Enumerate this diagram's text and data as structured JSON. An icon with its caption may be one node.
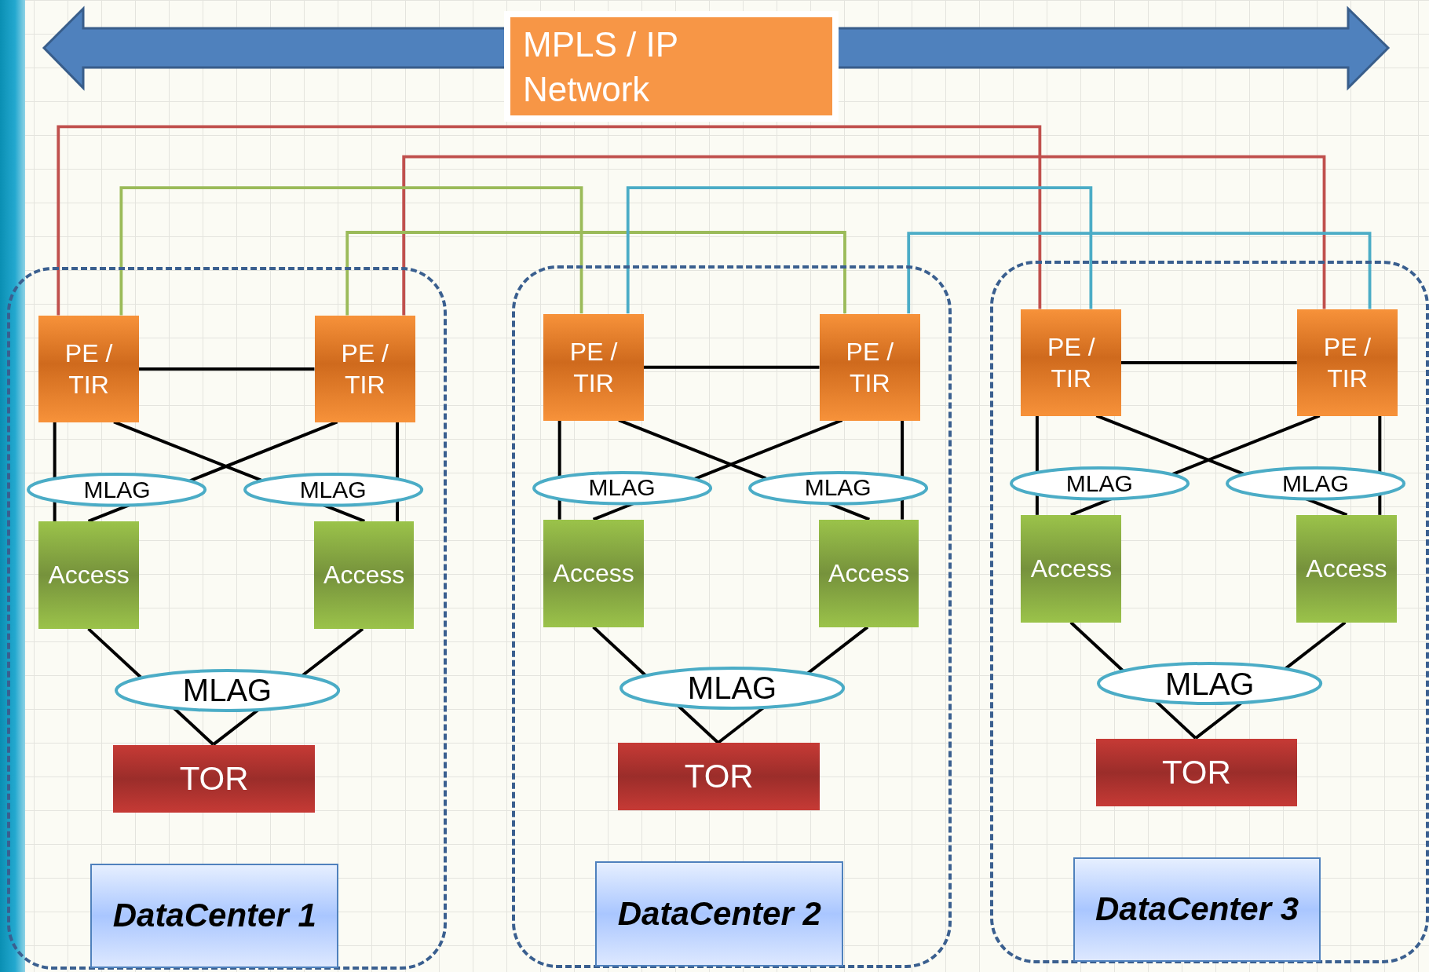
{
  "diagram": {
    "nodes": [
      {
        "text": [
          "MPLS / IP Network"
        ]
      },
      {
        "text": [],
        "shape": "box"
      },
      {
        "text": [
          "PE / TIR"
        ],
        "in": 1
      },
      {
        "text": [
          "PE / TIR"
        ],
        "in": 1
      },
      {
        "text": [
          "MLAG"
        ],
        "in": 1
      },
      {
        "text": [
          "MLAG"
        ],
        "in": 1
      },
      {
        "text": [
          "Access"
        ],
        "in": 1
      },
      {
        "text": [
          "Access"
        ],
        "in": 1
      },
      {
        "text": [
          "MLAG"
        ],
        "in": 1
      },
      {
        "text": [
          "TOR"
        ],
        "in": 1
      },
      {
        "text": [
          "DataCenter 1"
        ],
        "in": 1
      },
      {
        "text": [],
        "shape": "box"
      },
      {
        "text": [
          "PE / TIR"
        ],
        "in": 11
      },
      {
        "text": [
          "PE / TIR"
        ],
        "in": 11
      },
      {
        "text": [
          "MLAG"
        ],
        "in": 11
      },
      {
        "text": [
          "MLAG"
        ],
        "in": 11
      },
      {
        "text": [
          "Access"
        ],
        "in": 11
      },
      {
        "text": [
          "Access"
        ],
        "in": 11
      },
      {
        "text": [
          "MLAG"
        ],
        "in": 11
      },
      {
        "text": [
          "TOR"
        ],
        "in": 11
      },
      {
        "text": [
          "DataCenter 2"
        ],
        "in": 11
      },
      {
        "text": [],
        "shape": "box"
      },
      {
        "text": [
          "PE / TIR"
        ],
        "in": 21
      },
      {
        "text": [
          "PE / TIR"
        ],
        "in": 21
      },
      {
        "text": [
          "MLAG"
        ],
        "in": 21
      },
      {
        "text": [
          "MLAG"
        ],
        "in": 21
      },
      {
        "text": [
          "Access"
        ],
        "in": 21
      },
      {
        "text": [
          "Access"
        ],
        "in": 21
      },
      {
        "text": [
          "MLAG"
        ],
        "in": 21
      },
      {
        "text": [
          "TOR"
        ],
        "in": 21
      },
      {
        "text": [
          "DataCenter 3"
        ],
        "in": 21
      }
    ],
    "edges": [
      {
        "from": 2,
        "to": 3,
        "arrow": "none"
      },
      {
        "from": 2,
        "to": 4,
        "arrow": "none"
      },
      {
        "from": 3,
        "to": 4,
        "arrow": "none"
      },
      {
        "from": 4,
        "to": 6,
        "arrow": "none"
      },
      {
        "from": 4,
        "to": 6,
        "arrow": "none"
      },
      {
        "from": 2,
        "to": 5,
        "arrow": "none"
      },
      {
        "from": 3,
        "to": 5,
        "arrow": "none"
      },
      {
        "from": 5,
        "to": 7,
        "arrow": "none"
      },
      {
        "from": 5,
        "to": 7,
        "arrow": "none"
      },
      {
        "from": 6,
        "to": 8,
        "arrow": "none"
      },
      {
        "from": 7,
        "to": 8,
        "arrow": "none"
      },
      {
        "from": 8,
        "to": 9,
        "arrow": "none"
      },
      {
        "from": 8,
        "to": 9,
        "arrow": "none"
      },
      {
        "from": 12,
        "to": 13,
        "arrow": "none"
      },
      {
        "from": 12,
        "to": 14,
        "arrow": "none"
      },
      {
        "from": 13,
        "to": 14,
        "arrow": "none"
      },
      {
        "from": 14,
        "to": 16,
        "arrow": "none"
      },
      {
        "from": 14,
        "to": 16,
        "arrow": "none"
      },
      {
        "from": 12,
        "to": 15,
        "arrow": "none"
      },
      {
        "from": 13,
        "to": 15,
        "arrow": "none"
      },
      {
        "from": 15,
        "to": 17,
        "arrow": "none"
      },
      {
        "from": 15,
        "to": 17,
        "arrow": "none"
      },
      {
        "from": 16,
        "to": 18,
        "arrow": "none"
      },
      {
        "from": 17,
        "to": 18,
        "arrow": "none"
      },
      {
        "from": 18,
        "to": 19,
        "arrow": "none"
      },
      {
        "from": 18,
        "to": 19,
        "arrow": "none"
      },
      {
        "from": 22,
        "to": 23,
        "arrow": "none"
      },
      {
        "from": 22,
        "to": 24,
        "arrow": "none"
      },
      {
        "from": 23,
        "to": 24,
        "arrow": "none"
      },
      {
        "from": 24,
        "to": 26,
        "arrow": "none"
      },
      {
        "from": 24,
        "to": 26,
        "arrow": "none"
      },
      {
        "from": 22,
        "to": 25,
        "arrow": "none"
      },
      {
        "from": 23,
        "to": 25,
        "arrow": "none"
      },
      {
        "from": 25,
        "to": 27,
        "arrow": "none"
      },
      {
        "from": 25,
        "to": 27,
        "arrow": "none"
      },
      {
        "from": 26,
        "to": 28,
        "arrow": "none"
      },
      {
        "from": 27,
        "to": 28,
        "arrow": "none"
      },
      {
        "from": 28,
        "to": 29,
        "arrow": "none"
      },
      {
        "from": 28,
        "to": 29,
        "arrow": "none"
      },
      {
        "from": 2,
        "to": 22,
        "arrow": "none",
        "color": "#c0504d"
      },
      {
        "from": 3,
        "to": 23,
        "arrow": "none",
        "color": "#c0504d"
      },
      {
        "from": 2,
        "to": 12,
        "arrow": "none",
        "color": "#9bbb59"
      },
      {
        "from": 3,
        "to": 13,
        "arrow": "none",
        "color": "#9bbb59"
      },
      {
        "from": 12,
        "to": 22,
        "arrow": "none",
        "color": "#4bacc6"
      },
      {
        "from": 13,
        "to": 23,
        "arrow": "none",
        "color": "#4bacc6"
      }
    ]
  }
}
